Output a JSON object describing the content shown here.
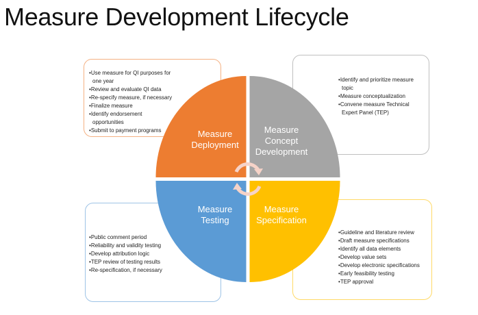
{
  "title": "Measure Development Lifecycle",
  "colors": {
    "deployment": "#ED7D31",
    "concept": "#A5A5A5",
    "testing": "#5B9BD5",
    "specification": "#FFC000",
    "arrow": "#F6D3C8"
  },
  "quadrants": {
    "deployment": {
      "line1": "Measure",
      "line2": "Deployment"
    },
    "concept": {
      "line1": "Measure",
      "line2": "Concept",
      "line3": "Development"
    },
    "testing": {
      "line1": "Measure",
      "line2": "Testing"
    },
    "specification": {
      "line1": "Measure",
      "line2": "Specification"
    }
  },
  "boxes": {
    "deployment": [
      "Use measure for QI purposes for one year",
      "Review and evaluate QI data",
      "Re-specify measure, if necessary",
      "Finalize measure",
      "Identify endorsement opportunities",
      "Submit to payment programs"
    ],
    "concept": [
      "Identify and prioritize measure topic",
      "Measure conceptualization",
      "Convene measure Technical Expert Panel (TEP)"
    ],
    "testing": [
      "Public comment period",
      "Reliability and validity testing",
      "Develop attribution logic",
      "TEP review of testing results",
      "Re-specification, if necessary"
    ],
    "specification": [
      "Guideline and literature review",
      "Draft measure specifications",
      "Identify all data elements",
      "Develop value sets",
      "Develop electronic specifications",
      "Early feasibility testing",
      "TEP approval"
    ]
  }
}
